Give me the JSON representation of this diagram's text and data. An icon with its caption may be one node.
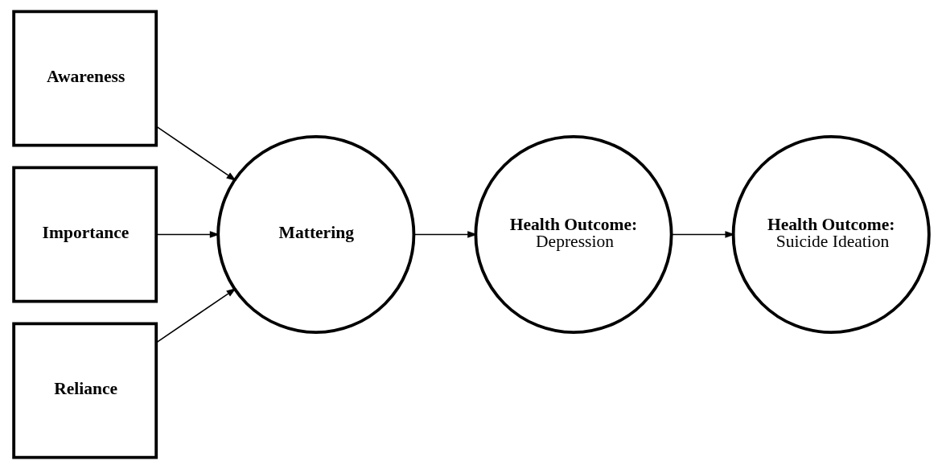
{
  "diagram": {
    "nodes": [
      {
        "text": [
          "Awareness"
        ]
      },
      {
        "text": [
          "Importance"
        ]
      },
      {
        "text": [
          "Reliance"
        ]
      },
      {
        "text": [
          "Mattering"
        ]
      },
      {
        "text": [
          "Health Outcome:",
          "Depression"
        ]
      },
      {
        "text": [
          "Health Outcome:",
          "Suicide Ideation"
        ]
      }
    ],
    "edges": [
      {
        "from": 0,
        "to": 3,
        "arrow": "to"
      },
      {
        "from": 1,
        "to": 3,
        "arrow": "to"
      },
      {
        "from": 2,
        "to": 3,
        "arrow": "to"
      },
      {
        "from": 3,
        "to": 4,
        "arrow": "to"
      },
      {
        "from": 4,
        "to": 5,
        "arrow": "to"
      }
    ]
  }
}
